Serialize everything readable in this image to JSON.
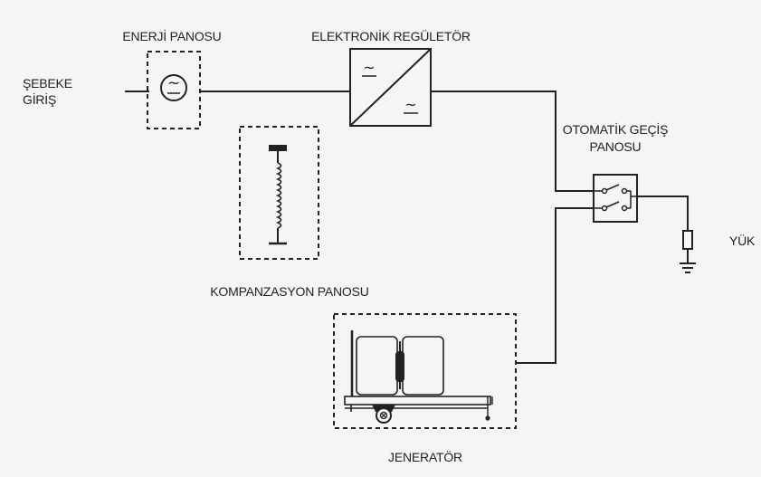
{
  "labels": {
    "grid_input_line1": "ŞEBEKE",
    "grid_input_line2": "GİRİŞ",
    "energy_panel": "ENERJİ PANOSU",
    "electronic_regulator": "ELEKTRONİK REGÜLETÖR",
    "compensation_panel": "KOMPANZASYON PANOSU",
    "transfer_switch_line1": "OTOMATİK GEÇİŞ",
    "transfer_switch_line2": "PANOSU",
    "load": "YÜK",
    "generator": "JENERATÖR"
  },
  "symbols": {
    "ac_source": "~",
    "ac_in": "~",
    "ac_out": "~"
  },
  "colors": {
    "line": "#222222",
    "background": "#f5f5f5"
  }
}
